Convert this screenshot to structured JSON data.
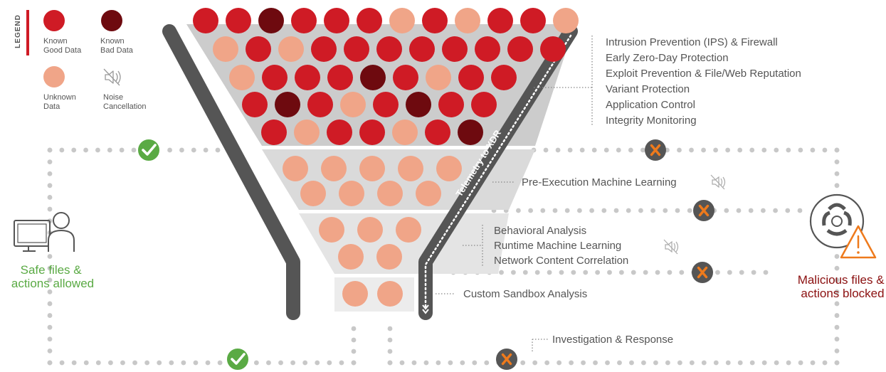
{
  "legend": {
    "title": "LEGEND",
    "known_good": "Known|Good Data",
    "known_bad": "Known|Bad Data",
    "unknown": "Unknown|Data",
    "noise": "Noise|Cancellation",
    "noise_icon": "speaker-muted-icon"
  },
  "colors": {
    "known_good": "#cf1b25",
    "known_bad": "#6e0a0f",
    "unknown": "#f0a588",
    "safe": "#5aaa44",
    "blocked": "#8b1010",
    "x_marker": "#ee7a1c",
    "x_marker_bg": "#555555",
    "funnel_dark": "#555555",
    "dot_gray": "#c8c8c8"
  },
  "funnel": {
    "telemetry_label": "Telemetry to XDR",
    "layers": [
      {
        "name": "layer-1",
        "rows": [
          [
            "good",
            "good",
            "bad",
            "good",
            "good",
            "good",
            "unknown",
            "good",
            "unknown",
            "good",
            "good",
            "unknown"
          ],
          [
            "unknown",
            "good",
            "unknown",
            "good",
            "good",
            "good",
            "good",
            "good",
            "good",
            "good",
            "good"
          ],
          [
            "unknown",
            "good",
            "good",
            "good",
            "bad",
            "good",
            "unknown",
            "good",
            "good"
          ],
          [
            "good",
            "bad",
            "good",
            "unknown",
            "good",
            "bad",
            "good",
            "good"
          ],
          [
            "good",
            "unknown",
            "good",
            "good",
            "unknown",
            "good",
            "bad"
          ]
        ]
      },
      {
        "name": "layer-2",
        "rows": [
          [
            "unknown",
            "unknown",
            "unknown",
            "unknown",
            "unknown"
          ],
          [
            "unknown",
            "unknown",
            "unknown",
            "unknown"
          ]
        ]
      },
      {
        "name": "layer-3",
        "rows": [
          [
            "unknown",
            "unknown",
            "unknown"
          ],
          [
            "unknown",
            "unknown"
          ]
        ]
      },
      {
        "name": "layer-4",
        "rows": [
          [
            "unknown",
            "unknown"
          ]
        ]
      }
    ]
  },
  "layers_labels": {
    "layer1": [
      "Intrusion Prevention (IPS) & Firewall",
      "Early Zero-Day Protection",
      "Exploit Prevention & File/Web Reputation",
      "Variant Protection",
      "Application Control",
      "Integrity Monitoring"
    ],
    "layer2": "Pre-Execution Machine Learning",
    "layer3": [
      "Behavioral Analysis",
      "Runtime Machine Learning",
      "Network Content Correlation"
    ],
    "layer4": "Custom Sandbox Analysis",
    "investigation": "Investigation & Response"
  },
  "outcomes": {
    "safe": "Safe files &|actions allowed",
    "safe_icon": "user-computer-icon",
    "blocked": "Malicious files &|actions blocked",
    "blocked_icon": "biohazard-warning-icon"
  }
}
